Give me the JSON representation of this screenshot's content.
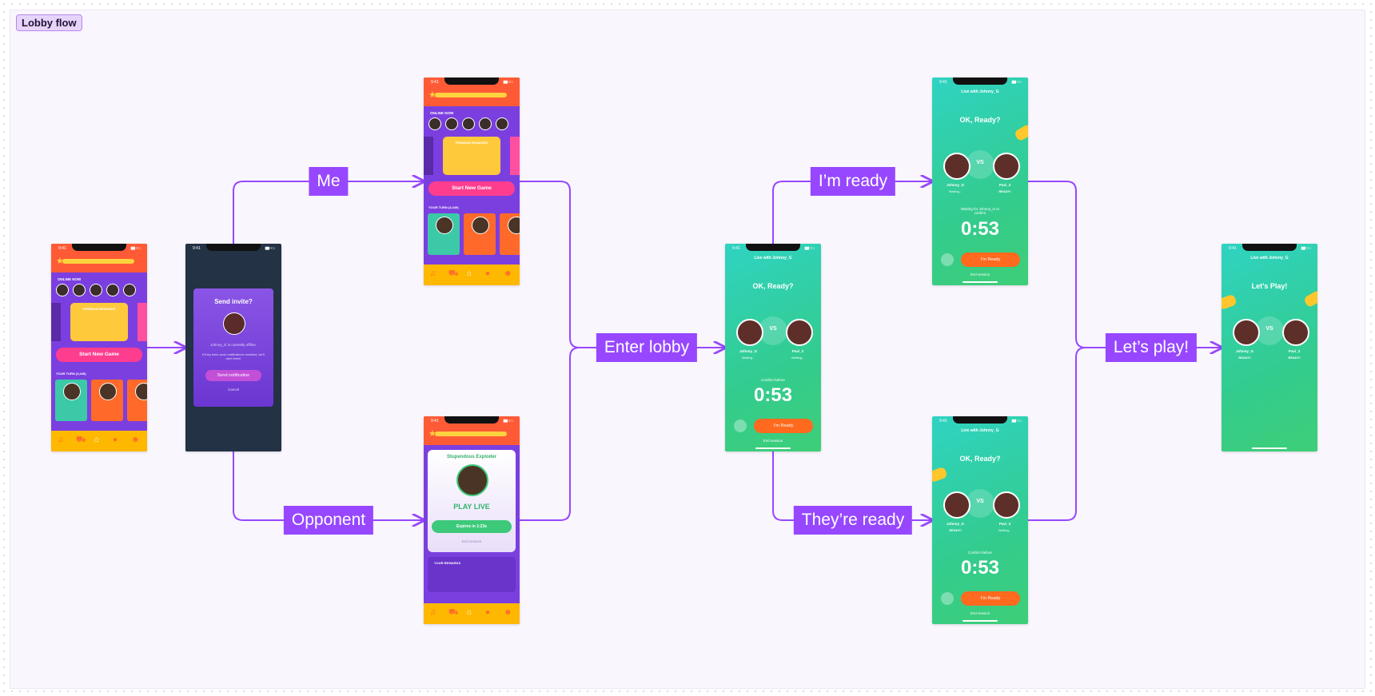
{
  "frame": {
    "name": "Lobby flow"
  },
  "connectors": {
    "me": "Me",
    "opponent": "Opponent",
    "enter_lobby": "Enter lobby",
    "im_ready": "I’m ready",
    "theyre_ready": "They’re ready",
    "lets_play": "Let’s play!"
  },
  "colors": {
    "accent": "#9747ff",
    "lobby_purple": "#7b3fe0",
    "header_orange": "#ff5a36",
    "ready_green": "#33cc8f",
    "ready_button": "#ff6a1f"
  },
  "phones": {
    "time": "9:41",
    "lobby": {
      "online_now": "ONLINE NOW",
      "promo": "PREMIUM REWARDS",
      "start_button": "Start New Game",
      "your_turn": "YOUR TURN (3,449)"
    },
    "invite": {
      "title": "Send invite?",
      "body": "Johnny_G is currently offline.",
      "sub": "If they have push notifications enabled, we’ll alert them!",
      "send_button": "Send notification",
      "cancel": "Cancel"
    },
    "opponent": {
      "title": "Stupendous Exploder",
      "play_live": "PLAY LIVE",
      "expires": "Expires in 1:23s",
      "end_session": "End session",
      "rewards": "YOUR REWARDS"
    },
    "ready": {
      "live_with": "Live with Johnny_G",
      "question": "OK, Ready?",
      "lets_play": "Let’s Play!",
      "vs": "VS",
      "player1": "Johnny_G",
      "player2": "Pavi_3",
      "waiting": "Waiting...",
      "ready": "READY!",
      "confirm_before": "Confirm before",
      "waiting_confirm": "Waiting for Johnny_G to confirm",
      "timer": "0:53",
      "button": "I’m Ready",
      "end_session": "End session"
    }
  }
}
